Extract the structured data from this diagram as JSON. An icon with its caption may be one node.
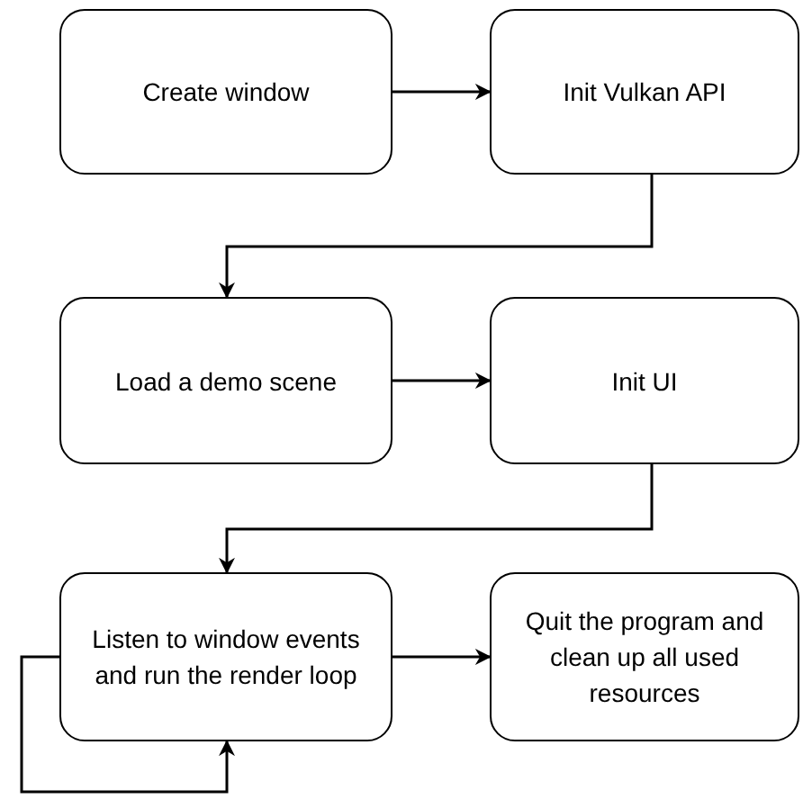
{
  "diagram": {
    "nodes": [
      {
        "text": [
          "Create window"
        ]
      },
      {
        "text": [
          "Init Vulkan API"
        ]
      },
      {
        "text": [
          "Load a demo scene"
        ]
      },
      {
        "text": [
          "Init UI"
        ]
      },
      {
        "text": [
          "Listen to window events and run the render loop"
        ]
      },
      {
        "text": [
          "Quit the program and clean up all used resources"
        ]
      }
    ],
    "edges": [
      {
        "from": 0,
        "to": 1,
        "arrow": "to"
      },
      {
        "from": 1,
        "to": 2,
        "arrow": "to"
      },
      {
        "from": 2,
        "to": 3,
        "arrow": "to"
      },
      {
        "from": 3,
        "to": 4,
        "arrow": "to"
      },
      {
        "from": 4,
        "to": 5,
        "arrow": "to"
      },
      {
        "from": 4,
        "to": 4,
        "arrow": "to"
      }
    ]
  }
}
